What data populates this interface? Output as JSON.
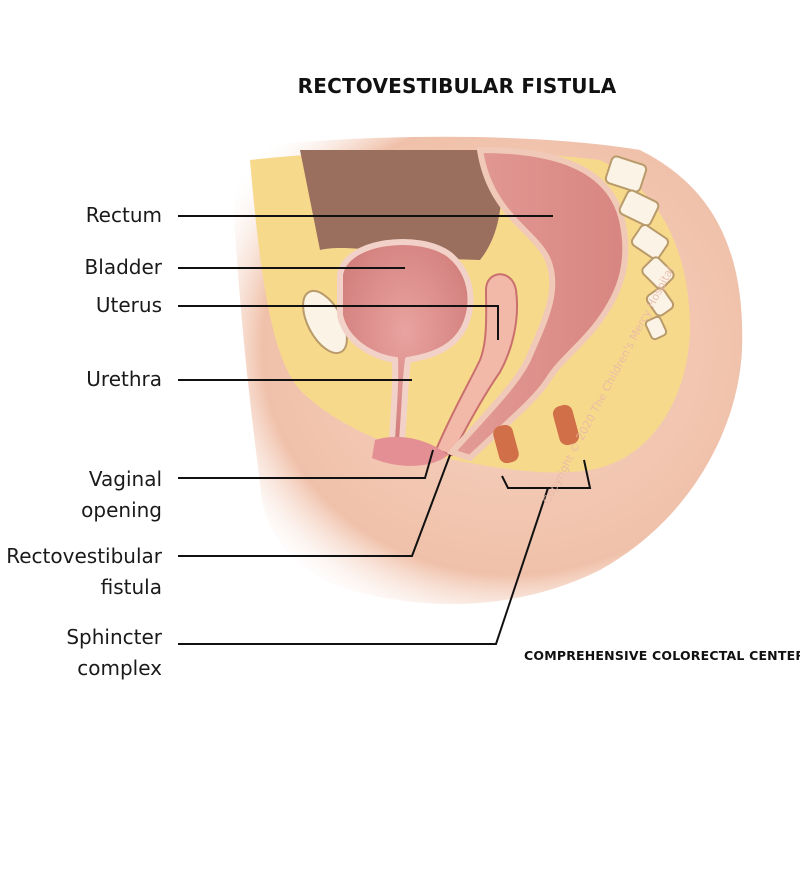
{
  "title": "RECTOVESTIBULAR FISTULA",
  "labels": {
    "rectum": "Rectum",
    "bladder": "Bladder",
    "uterus": "Uterus",
    "urethra": "Urethra",
    "vaginal_1": "Vaginal",
    "vaginal_2": "opening",
    "fistula_1": "Rectovestibular",
    "fistula_2": "fistula",
    "sphincter_1": "Sphincter",
    "sphincter_2": "complex"
  },
  "footer": "COMPREHENSIVE COLORECTAL CENTER",
  "watermark": "Copyright © 2020 The Children's Mercy Hospital",
  "colors": {
    "skin": "#f3c8b4",
    "fat": "#f7d98c",
    "organ": "#e7a09a",
    "organ_dark": "#c9706e",
    "cavity": "#9a6f5e",
    "leader": "#111111"
  }
}
